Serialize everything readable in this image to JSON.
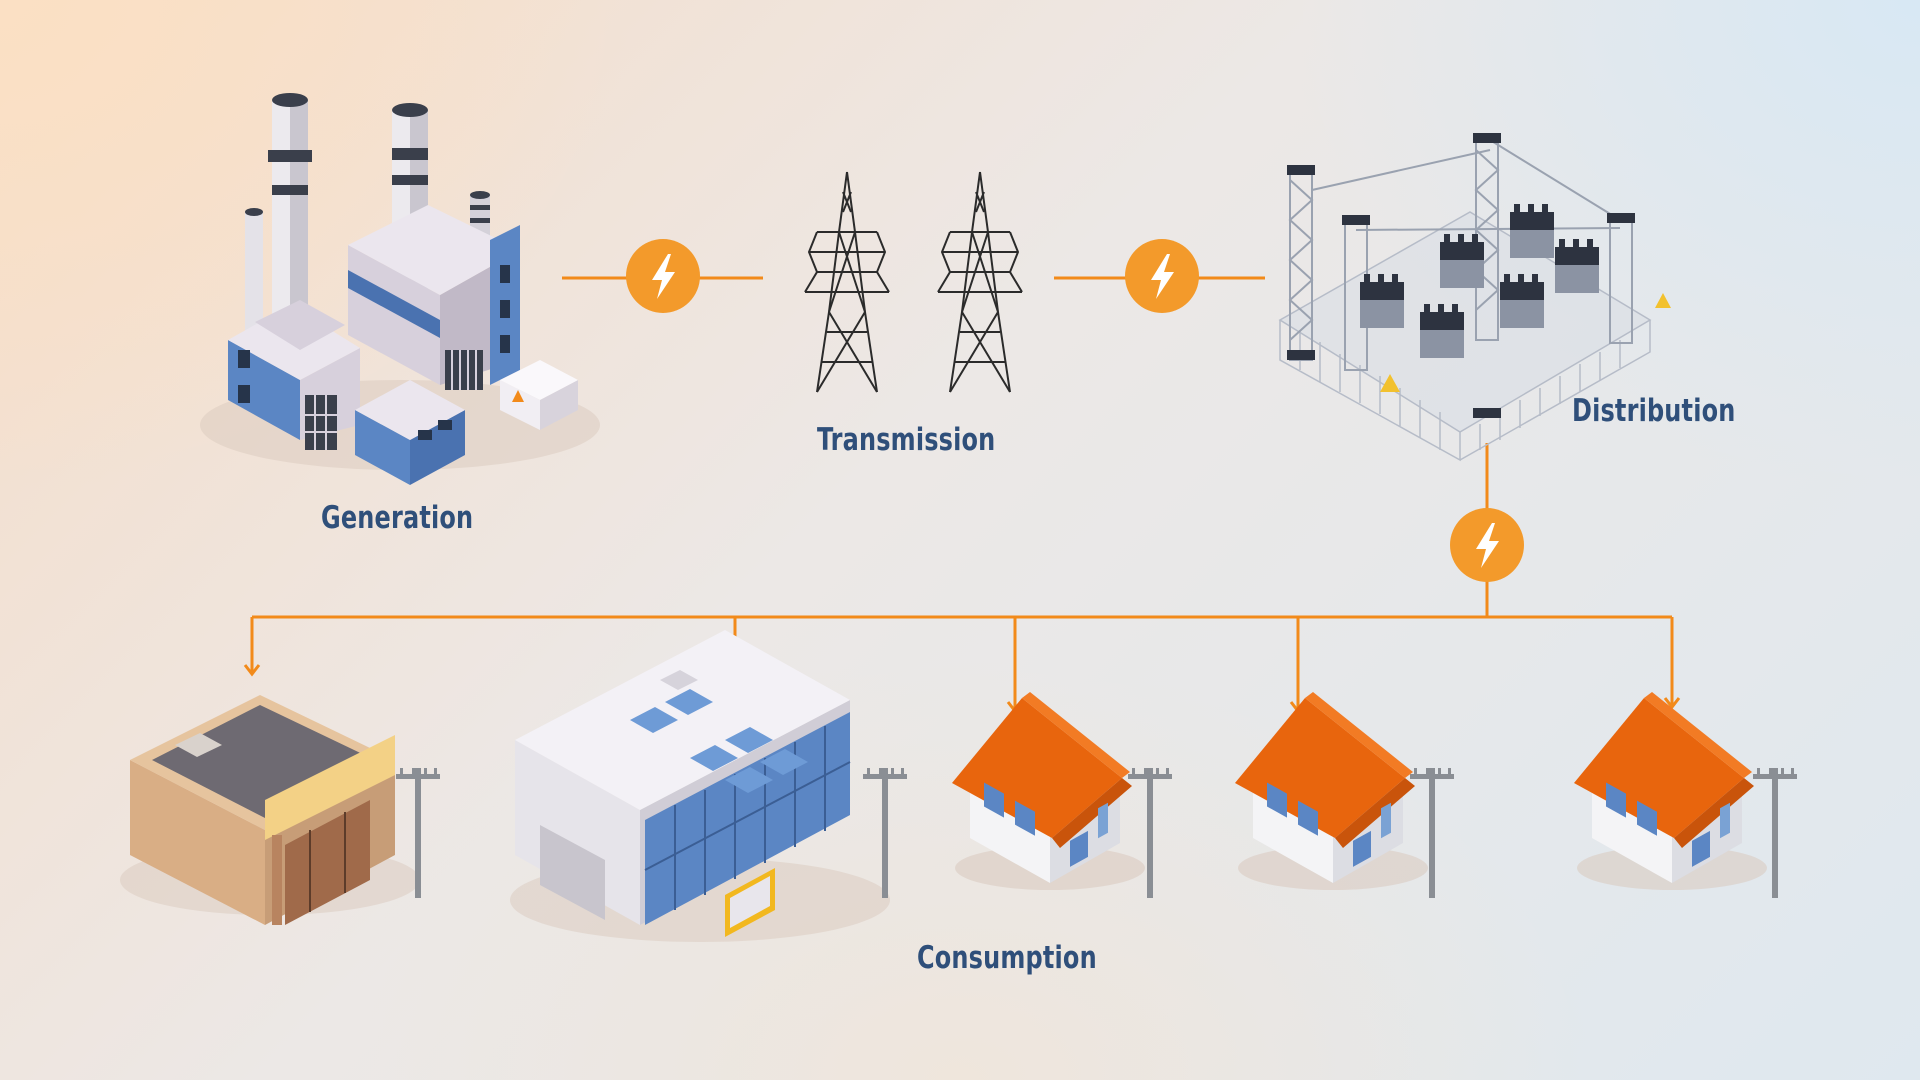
{
  "labels": {
    "generation": "Generation",
    "transmission": "Transmission",
    "distribution": "Distribution",
    "consumption": "Consumption"
  },
  "colors": {
    "connector": "#f28a1a",
    "bolt_fill": "#f39a2b",
    "label": "#2f4f7a",
    "roof": "#e8650d",
    "wall_blue": "#5b86c4"
  },
  "icons": {
    "connector_badge": "lightning-bolt-icon"
  }
}
